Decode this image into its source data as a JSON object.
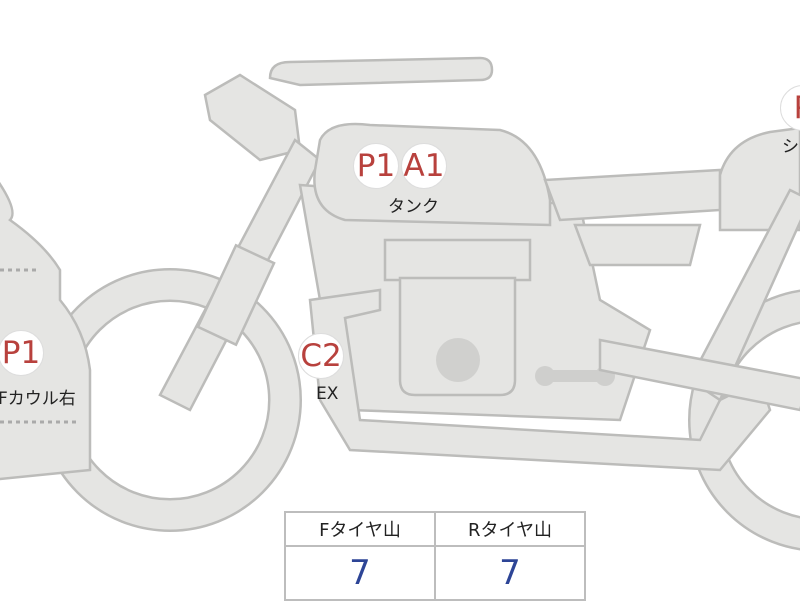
{
  "colors": {
    "part_fill": "#e5e5e3",
    "part_stroke": "#bcbcba",
    "code": "#b8413d",
    "value": "#2d4596"
  },
  "markers": [
    {
      "codes": [
        "P1",
        "A1"
      ],
      "label": "タンク"
    },
    {
      "codes": [
        "C2"
      ],
      "label": "EX"
    },
    {
      "codes": [
        "P1"
      ],
      "label": "Fカウル右"
    },
    {
      "codes": [
        "P"
      ],
      "label": "シ"
    }
  ],
  "tire_table": {
    "headers": [
      "Fタイヤ山",
      "Rタイヤ山"
    ],
    "values": [
      "7",
      "7"
    ]
  }
}
